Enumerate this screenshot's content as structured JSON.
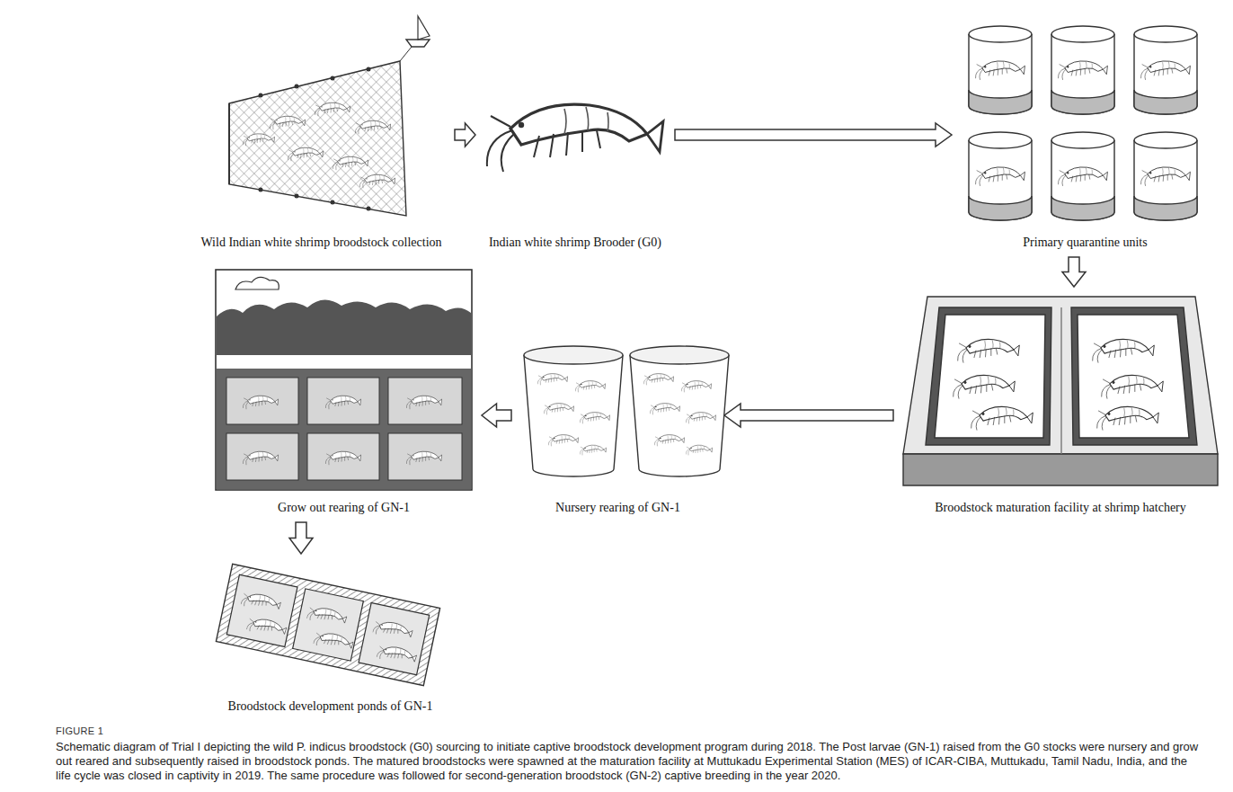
{
  "diagram": {
    "caption": "Schematic diagram of Trial I depicting the wild P. indicus broodstock (G0) sourcing to initiate captive broodstock development program during 2018. The Post larvae (GN-1) raised from the G0 stocks were nursery and grow out reared and subsequently raised in broodstock ponds. The matured broodstocks were spawned at the maturation facility at Muttukadu Experimental Station (MES) of ICAR-CIBA, Muttukadu, Tamil Nadu, India, and the life cycle was closed in captivity in 2019. The same procedure was followed for second-generation broodstock (GN-2) captive breeding in the year 2020.",
    "nodes": [
      {
        "text": [
          "Wild Indian white shrimp broodstock collection"
        ]
      },
      {
        "text": [
          "Indian white shrimp Brooder (G0)"
        ]
      },
      {
        "text": [
          "Primary quarantine units"
        ]
      },
      {
        "text": [
          "Broodstock maturation facility at shrimp hatchery"
        ]
      },
      {
        "text": [
          "Nursery rearing of GN-1"
        ]
      },
      {
        "text": [
          "Grow out rearing of GN-1"
        ]
      },
      {
        "text": [
          "Broodstock development ponds of GN-1"
        ]
      }
    ],
    "edges": [
      {
        "from": 0,
        "to": 1,
        "arrow": "to"
      },
      {
        "from": 1,
        "to": 2,
        "arrow": "to"
      },
      {
        "from": 2,
        "to": 3,
        "arrow": "to"
      },
      {
        "from": 3,
        "to": 4,
        "arrow": "to"
      },
      {
        "from": 4,
        "to": 5,
        "arrow": "to"
      },
      {
        "from": 5,
        "to": 6,
        "arrow": "to"
      }
    ],
    "labels": [
      "FIGURE 1"
    ]
  }
}
